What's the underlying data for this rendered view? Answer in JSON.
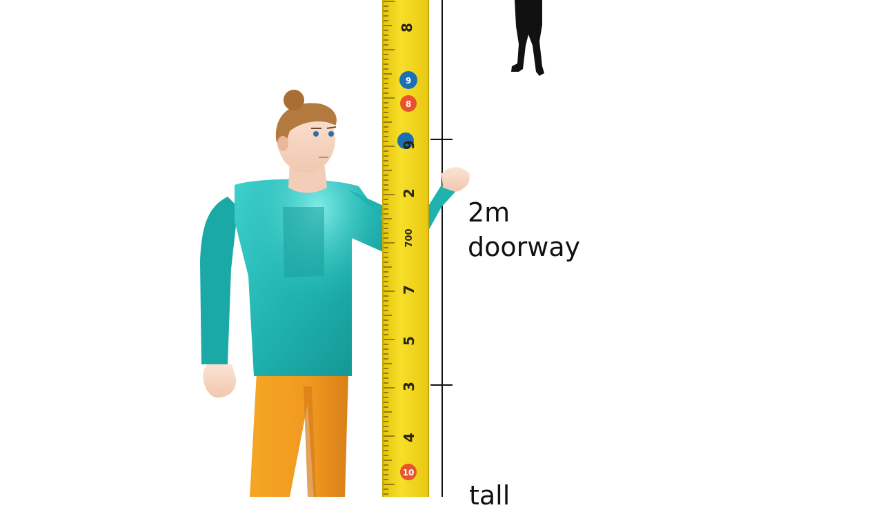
{
  "measurement_labels": {
    "height_value": "2m",
    "height_object": "doorway",
    "bottom_word": "tall"
  },
  "tape_measure": {
    "digits": [
      "8",
      "9",
      "9",
      "8",
      "2",
      "7",
      "5",
      "3",
      "4",
      "10"
    ],
    "badges": [
      "9",
      "8",
      "10"
    ],
    "small_mark": "700",
    "tape_color": "#f2d61c",
    "badge_color_blue": "#1a6fb5",
    "badge_color_red": "#e8532b"
  },
  "person": {
    "shirt_color": "#1fb3b0",
    "pants_color": "#f09a20",
    "hair_color": "#b27a3e"
  },
  "silhouette": {
    "icon": "standing-person-silhouette-icon"
  }
}
